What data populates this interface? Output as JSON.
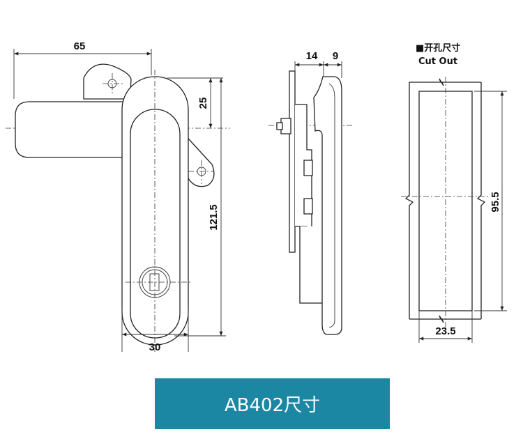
{
  "dimensions": {
    "width_65": "65",
    "width_14": "14",
    "width_9": "9",
    "height_25": "25",
    "height_121_5": "121.5",
    "width_30": "30",
    "height_95_5": "95.5",
    "width_23_5": "23.5"
  },
  "cutout": {
    "title_cn": "■开孔尺寸",
    "title_en": "Cut Out"
  },
  "banner": {
    "label": "AB402尺寸",
    "color": "#1b87a3"
  }
}
